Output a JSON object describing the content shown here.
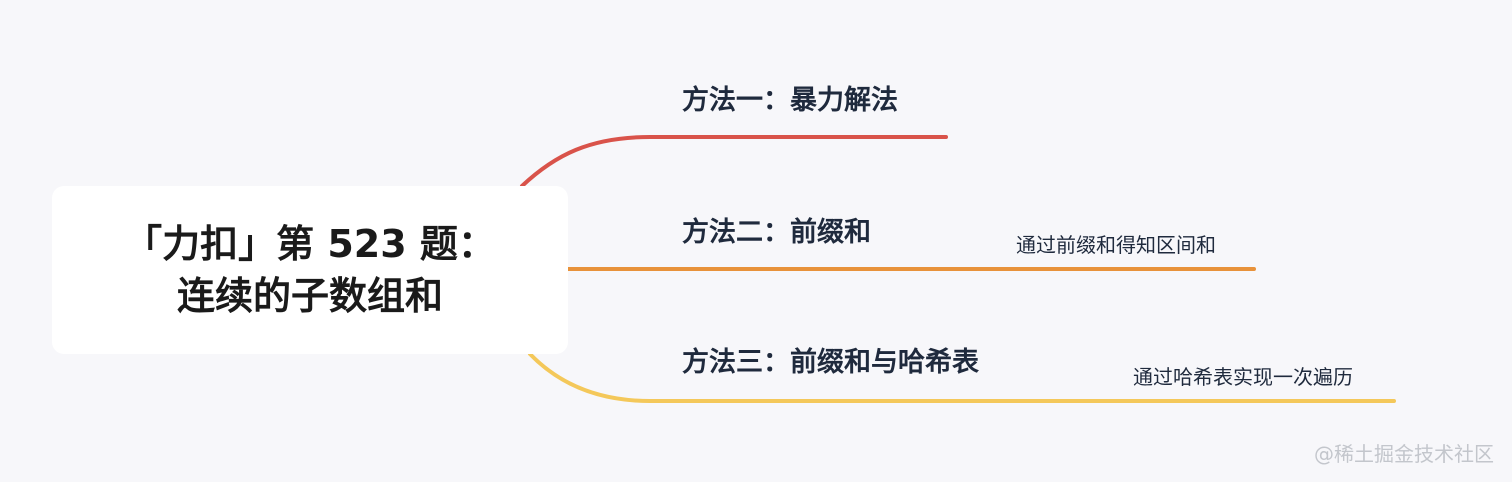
{
  "root": {
    "line1": "「力扣」第 523 题：",
    "line2": "连续的子数组和"
  },
  "branches": [
    {
      "label": "方法一：暴力解法",
      "note": "",
      "color": "#d9534a"
    },
    {
      "label": "方法二：前缀和",
      "note": "通过前缀和得知区间和",
      "color": "#e8923a"
    },
    {
      "label": "方法三：前缀和与哈希表",
      "note": "通过哈希表实现一次遍历",
      "color": "#f4c85a"
    }
  ],
  "watermark": "@稀土掘金技术社区"
}
